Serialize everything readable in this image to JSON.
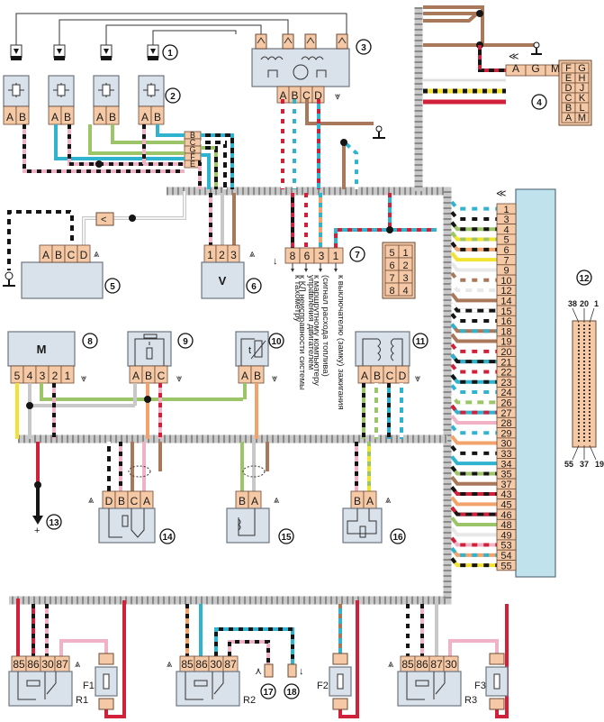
{
  "colors": {
    "black": "#151515",
    "white": "#f4f4f4",
    "grey": "#c8c8c8",
    "pink": "#f0b3c6",
    "blue": "#2fb3cf",
    "green": "#9cc56a",
    "yellow": "#f2e232",
    "red": "#d0203a",
    "brown": "#a9775a",
    "orange": "#f1a36b",
    "pin_fill": "#f6c9a6",
    "body_fill": "#d9e1ea",
    "ecu_fill": "#bfe2ec"
  },
  "components": [
    {
      "id": "1",
      "callout": "1",
      "name": "ignition-coil-tips"
    },
    {
      "id": "2",
      "callout": "2",
      "name": "injectors",
      "pins": [
        "A",
        "B"
      ]
    },
    {
      "id": "3",
      "callout": "3",
      "name": "ignition-module",
      "pins": [
        "A",
        "B",
        "C",
        "D"
      ]
    },
    {
      "id": "4",
      "callout": "4",
      "name": "diagnostic-connector",
      "pins": [
        "A",
        "G",
        "M",
        "H"
      ],
      "pinout": [
        [
          "F",
          "G"
        ],
        [
          "E",
          "H"
        ],
        [
          "D",
          "J"
        ],
        [
          "C",
          "K"
        ],
        [
          "B",
          "L"
        ],
        [
          "A",
          "M"
        ]
      ]
    },
    {
      "id": "5",
      "callout": "5",
      "name": "throttle-actuator",
      "pins": [
        "A",
        "B",
        "C",
        "D"
      ]
    },
    {
      "id": "6",
      "callout": "6",
      "name": "speed-sensor",
      "pins": [
        "1",
        "2",
        "3"
      ],
      "label": "V"
    },
    {
      "id": "7",
      "callout": "7",
      "name": "instrument-connector",
      "pins": [
        "8",
        "6",
        "3",
        "1"
      ],
      "pinout": [
        [
          "5",
          "1"
        ],
        [
          "6",
          "2"
        ],
        [
          "7",
          "3"
        ],
        [
          "8",
          "4"
        ]
      ]
    },
    {
      "id": "8",
      "callout": "8",
      "name": "idle-motor",
      "pins": [
        "5",
        "4",
        "3",
        "2",
        "1"
      ],
      "label": "M"
    },
    {
      "id": "9",
      "callout": "9",
      "name": "throttle-position-sensor",
      "pins": [
        "A",
        "B",
        "C"
      ]
    },
    {
      "id": "10",
      "callout": "10",
      "name": "coolant-temp-sensor",
      "pins": [
        "A",
        "B"
      ],
      "label": "t"
    },
    {
      "id": "11",
      "callout": "11",
      "name": "idle-air-stepper",
      "pins": [
        "A",
        "B",
        "C",
        "D"
      ]
    },
    {
      "id": "12",
      "callout": "12",
      "name": "ecu-connector-view",
      "pin_labels": [
        "38",
        "20",
        "1",
        "55",
        "37",
        "19"
      ]
    },
    {
      "id": "13",
      "callout": "13",
      "name": "battery-plus",
      "sign": "+"
    },
    {
      "id": "14",
      "callout": "14",
      "name": "oxygen-sensor",
      "pins": [
        "D",
        "B",
        "C",
        "A"
      ]
    },
    {
      "id": "15",
      "callout": "15",
      "name": "crankshaft-sensor",
      "pins": [
        "B",
        "A"
      ]
    },
    {
      "id": "16",
      "callout": "16",
      "name": "knock-sensor",
      "pins": [
        "B",
        "A"
      ]
    },
    {
      "id": "17",
      "callout": "17",
      "name": "terminal-17"
    },
    {
      "id": "18",
      "callout": "18",
      "name": "terminal-18"
    }
  ],
  "harness_splice_pins": [
    "B",
    "C",
    "G",
    "F",
    "E"
  ],
  "ecu_pins": [
    "1",
    "3",
    "4",
    "5",
    "6",
    "7",
    "9",
    "10",
    "12",
    "14",
    "15",
    "16",
    "18",
    "19",
    "20",
    "21",
    "22",
    "23",
    "24",
    "26",
    "27",
    "28",
    "29",
    "30",
    "33",
    "34",
    "35",
    "37",
    "43",
    "45",
    "46",
    "48",
    "49",
    "53",
    "54",
    "55"
  ],
  "relays": [
    {
      "id": "R1",
      "label": "R1",
      "pins": [
        "85",
        "86",
        "30",
        "87"
      ],
      "fuse": "F1"
    },
    {
      "id": "R2",
      "label": "R2",
      "pins": [
        "85",
        "86",
        "30",
        "87"
      ],
      "fuse": "F2"
    },
    {
      "id": "R3",
      "label": "R3",
      "pins": [
        "85",
        "86",
        "87",
        "30"
      ],
      "fuse": "F3"
    }
  ],
  "notes": [
    "к тахометру",
    "к КЛ неисправности системы управления двигателем",
    "к маршрутному компьютеру (сигнал расхода топлива)",
    "к выключателю (замку) зажигания"
  ]
}
